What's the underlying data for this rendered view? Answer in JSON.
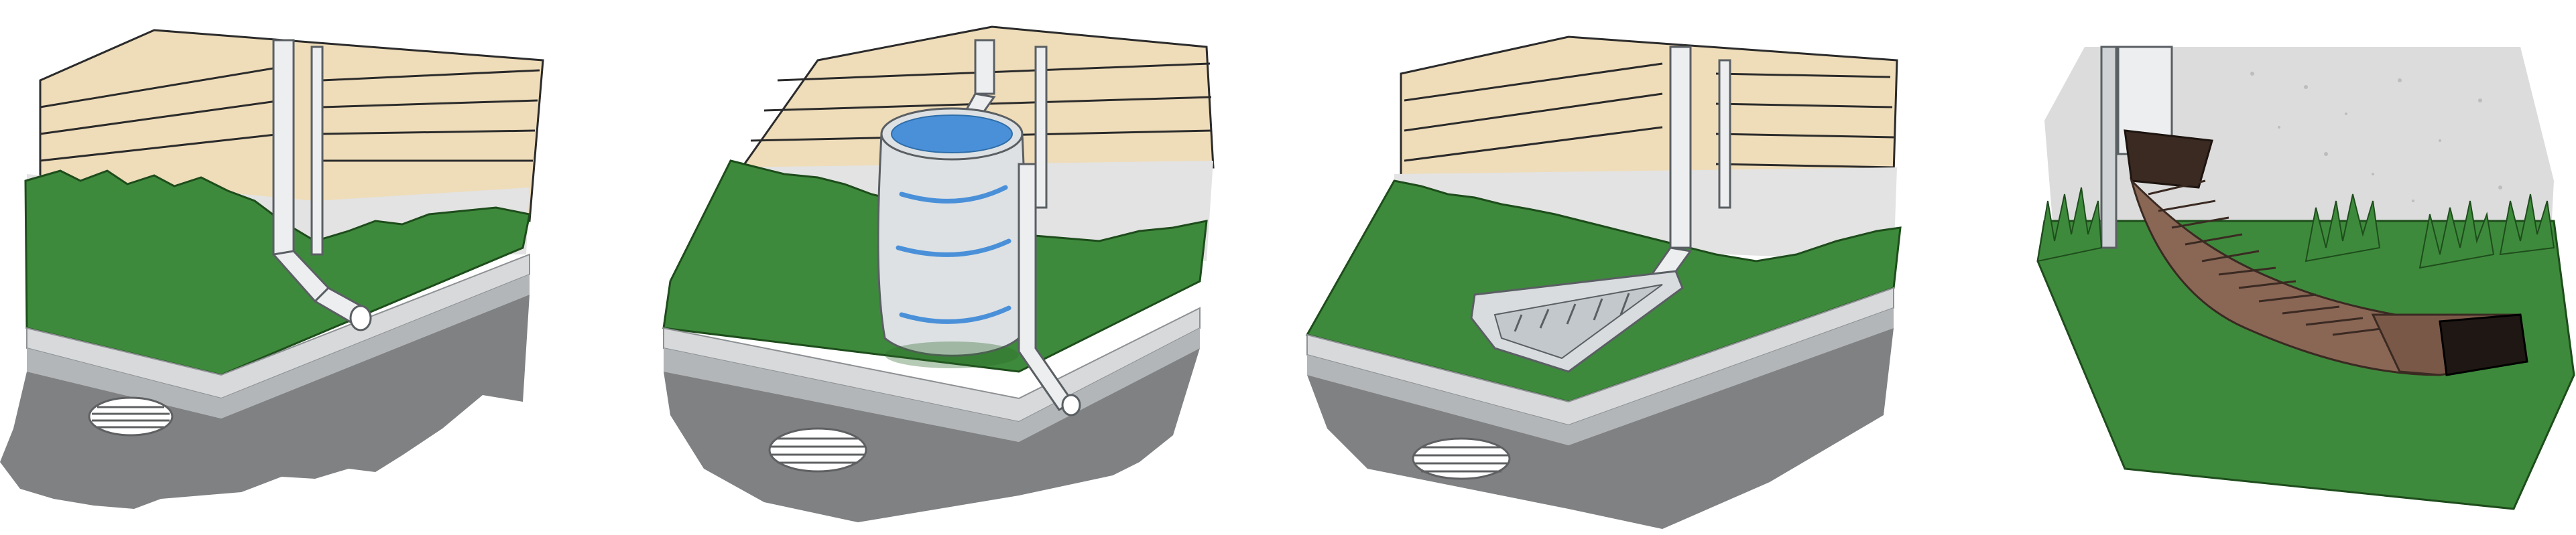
{
  "panels": [
    {
      "scene": "downspout-to-street-drain"
    },
    {
      "scene": "downspout-with-rain-barrel"
    },
    {
      "scene": "downspout-with-splash-block"
    },
    {
      "scene": "downspout-with-flexible-extension"
    }
  ],
  "colors": {
    "siding": "#efdcb9",
    "siding_line": "#2b2b2b",
    "foundation": "#e3e3e3",
    "lawn": "#3e8a3c",
    "lawn_dark": "#2d6a2b",
    "sidewalk": "#d7d9da",
    "sidewalk_edge": "#b3b6b8",
    "street": "#7f8183",
    "pipe": "#eceef0",
    "pipe_shadow": "#bfc4c8",
    "barrel": "#dde1e4",
    "water": "#4a90d9",
    "extension": "#8a6655",
    "extension_dark": "#3a2a22",
    "concrete_wall": "#dcdcdc"
  }
}
